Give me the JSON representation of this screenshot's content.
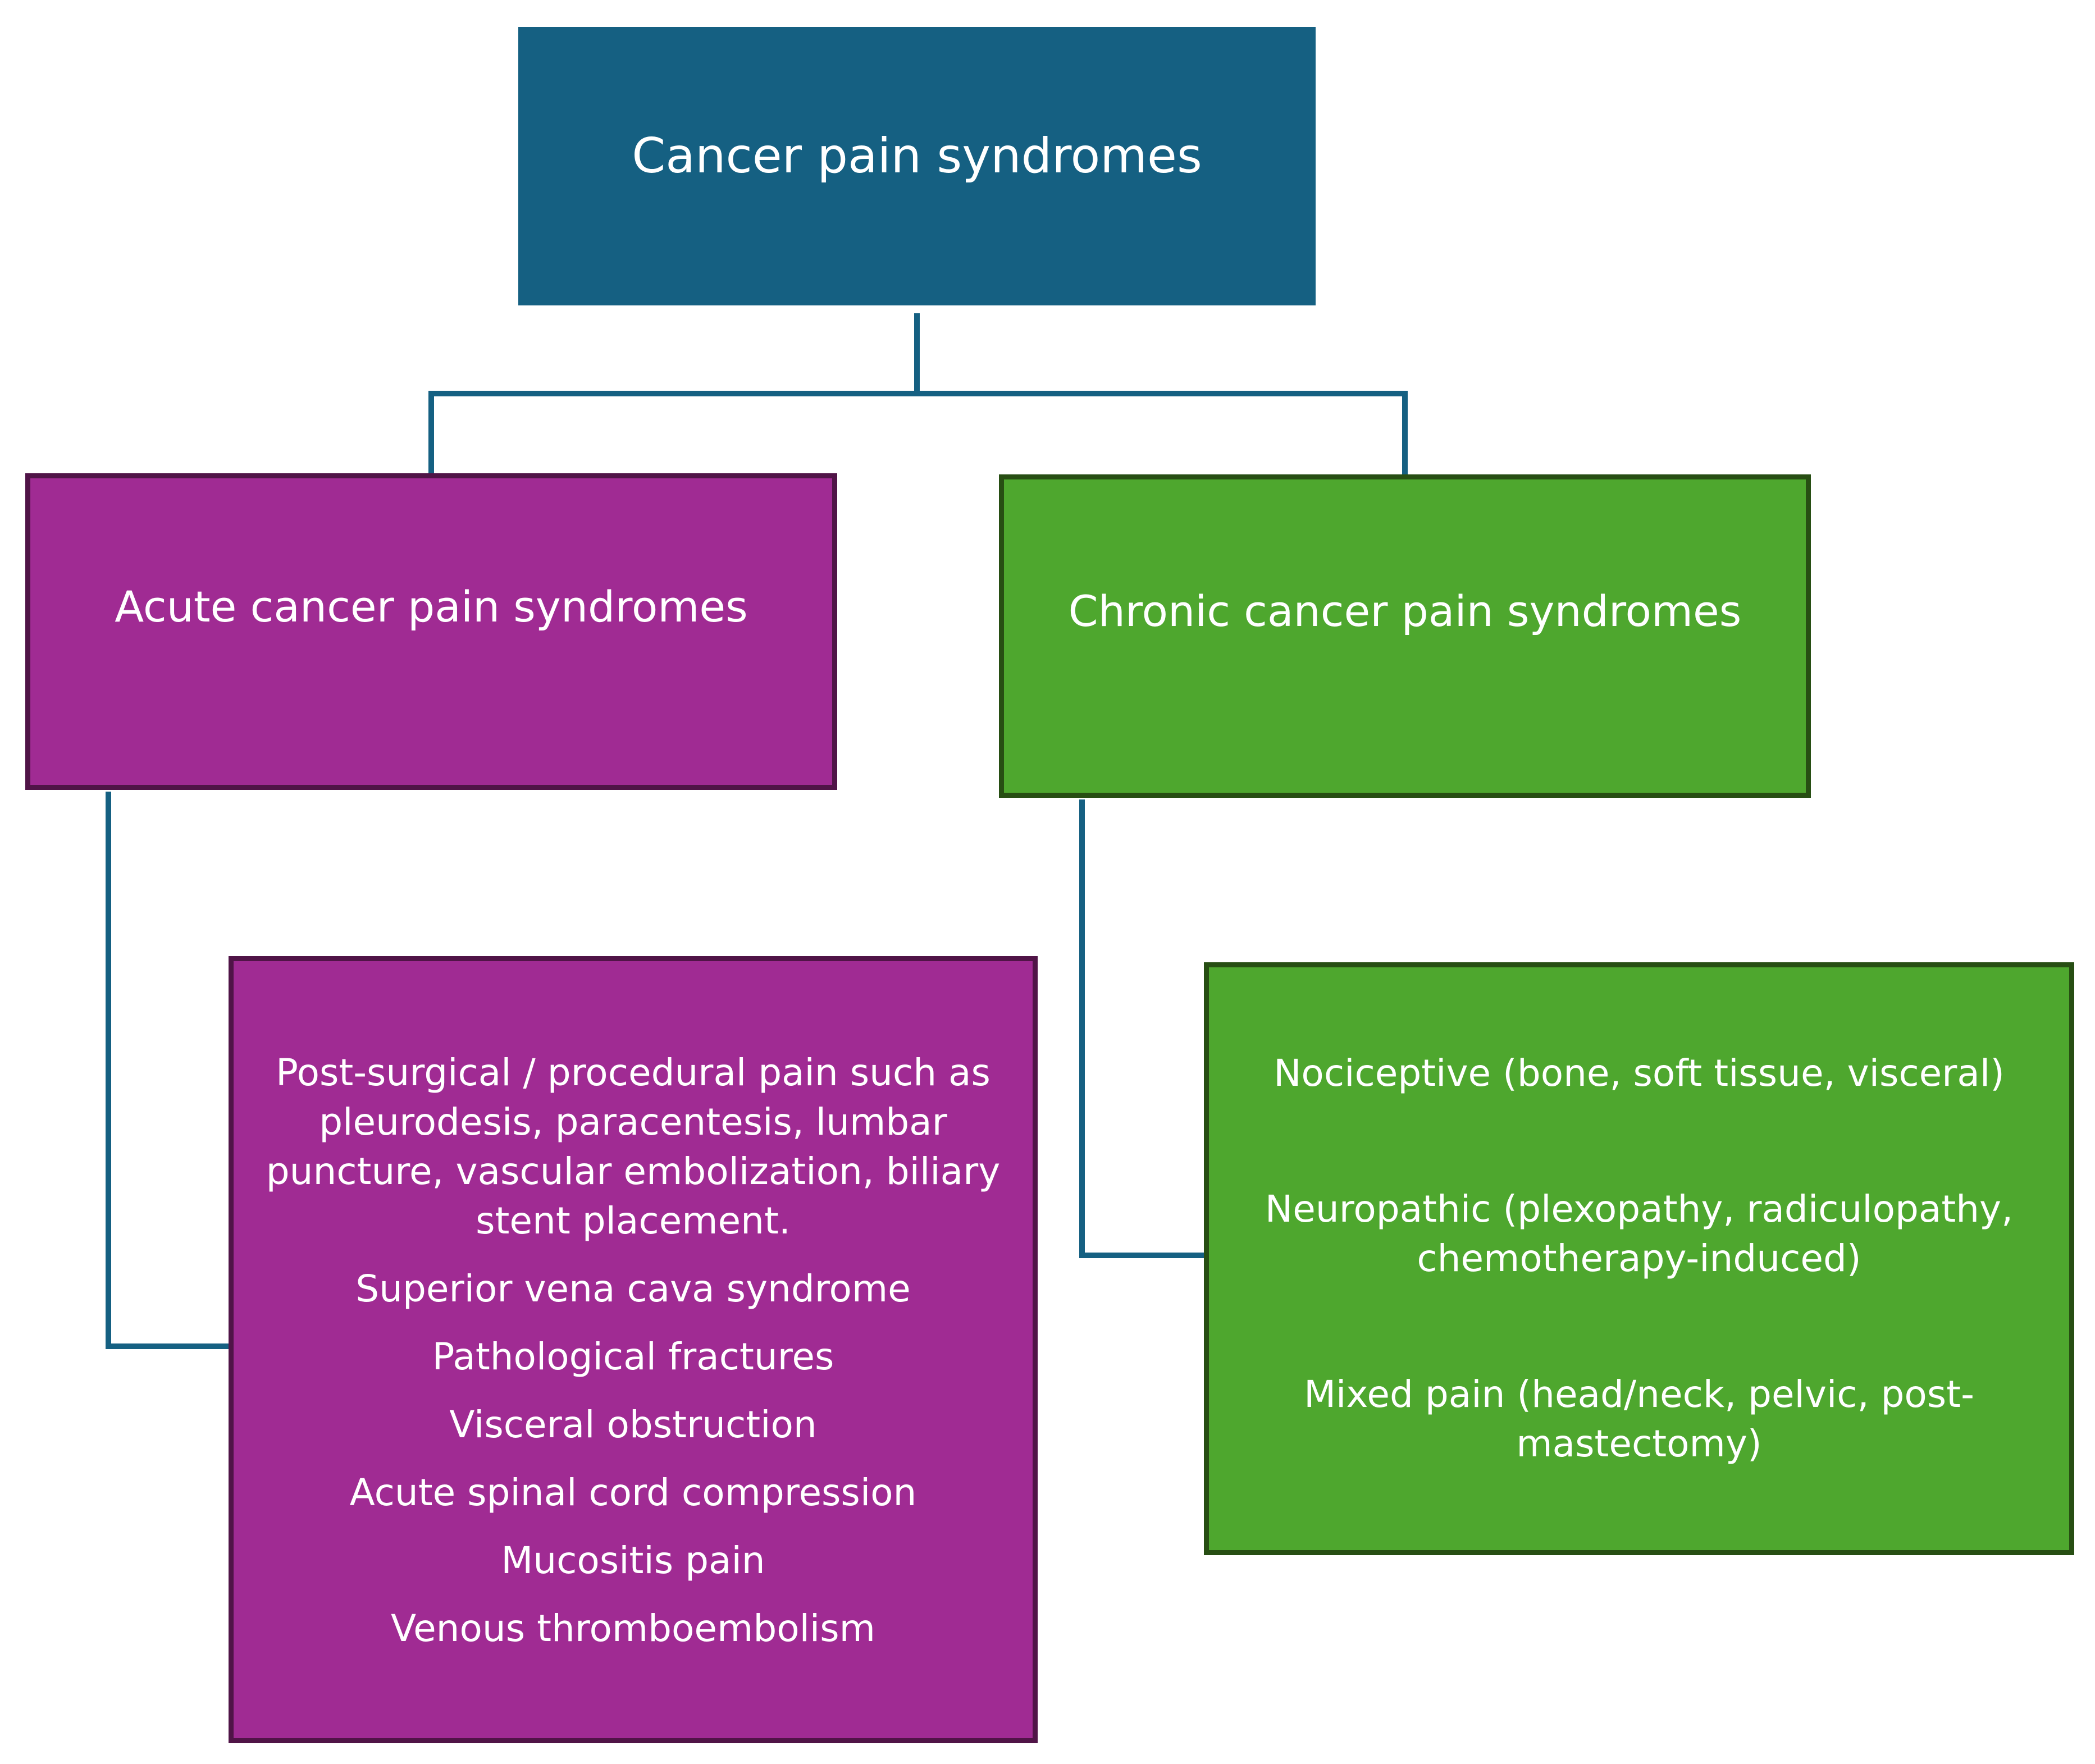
{
  "diagram": {
    "root": {
      "label": "Cancer pain syndromes"
    },
    "acute": {
      "label": "Acute cancer pain syndromes",
      "items": [
        "Post-surgical / procedural pain such as pleurodesis, paracentesis, lumbar puncture, vascular embolization, biliary stent placement.",
        "Superior vena cava syndrome",
        "Pathological fractures",
        "Visceral obstruction",
        "Acute spinal cord compression",
        "Mucositis pain",
        "Venous thromboembolism"
      ]
    },
    "chronic": {
      "label": "Chronic cancer pain syndromes",
      "items": [
        "Nociceptive (bone, soft tissue, visceral)",
        "Neuropathic (plexopathy, radiculopathy, chemotherapy-induced)",
        "Mixed pain (head/neck, pelvic, post-mastectomy)"
      ]
    }
  },
  "colors": {
    "root_fill": "#156082",
    "acute_fill": "#a02b93",
    "acute_border": "#501447",
    "chronic_fill": "#4ea72e",
    "chronic_border": "#274e13",
    "connector": "#156082",
    "text": "#ffffff"
  }
}
